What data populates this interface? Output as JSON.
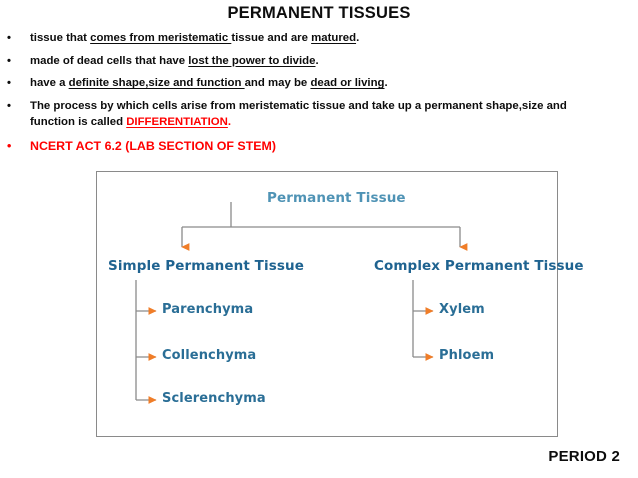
{
  "slide": {
    "title": "PERMANENT TISSUES",
    "footer": "PERIOD 2"
  },
  "bullets": [
    {
      "marker": "•",
      "segments": [
        {
          "text": "tissue that ",
          "style": "plain"
        },
        {
          "text": "comes from meristematic ",
          "style": "underline"
        },
        {
          "text": "tissue and are ",
          "style": "plain"
        },
        {
          "text": "matured",
          "style": "underline"
        },
        {
          "text": ".",
          "style": "plain"
        }
      ]
    },
    {
      "marker": "•",
      "segments": [
        {
          "text": "made of dead cells that have ",
          "style": "plain"
        },
        {
          "text": "lost the power to divide",
          "style": "underline"
        },
        {
          "text": ".",
          "style": "plain"
        }
      ]
    },
    {
      "marker": "•",
      "segments": [
        {
          "text": "have a ",
          "style": "plain"
        },
        {
          "text": "definite shape,size and function ",
          "style": "underline"
        },
        {
          "text": "and may be ",
          "style": "plain"
        },
        {
          "text": "dead or living",
          "style": "underline"
        },
        {
          "text": ".",
          "style": "plain"
        }
      ]
    },
    {
      "marker": "•",
      "segments": [
        {
          "text": "The process by which cells  arise from meristematic tissue and  take up a permanent shape,size and function is called ",
          "style": "plain"
        },
        {
          "text": "DIFFERENTIATION",
          "style": "red-underline"
        },
        {
          "text": ".",
          "style": "red"
        }
      ]
    },
    {
      "marker": "•",
      "emphasis": "red",
      "segments": [
        {
          "text": "NCERT ACT 6.2 (LAB SECTION OF STEM)",
          "style": "plain"
        }
      ]
    }
  ],
  "diagram": {
    "root": "Permanent Tissue",
    "branches": [
      {
        "label": "Simple Permanent Tissue",
        "children": [
          "Parenchyma",
          "Collenchyma",
          "Sclerenchyma"
        ]
      },
      {
        "label": "Complex Permanent Tissue",
        "children": [
          "Xylem",
          "Phloem"
        ]
      }
    ],
    "colors": {
      "root_text": "#4f93b5",
      "branch_text": "#1f6390",
      "leaf_text": "#2a6e96",
      "connector": "#8a8a8a",
      "arrow": "#f07d28",
      "box_border": "#8a8a8a"
    }
  }
}
